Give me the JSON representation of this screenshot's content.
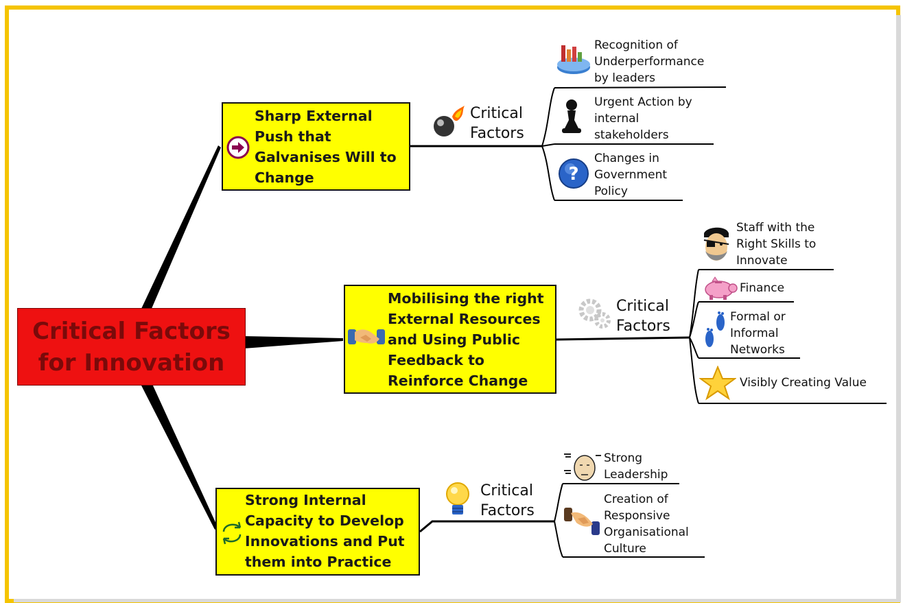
{
  "root": {
    "title": "Critical Factors\nfor Innovation"
  },
  "branches": [
    {
      "text": "Sharp External\nPush that\nGalvanises Will to\nChange",
      "icon": "arrow-circle-icon",
      "sub_label": "Critical\nFactors",
      "sub_icon": "flame-sphere-icon",
      "leaves": [
        {
          "text": "Recognition of\nUnderperformance\nby leaders",
          "icon": "chart-icon"
        },
        {
          "text": "Urgent Action by\ninternal\nstakeholders",
          "icon": "chess-pawn-icon"
        },
        {
          "text": "Changes in\nGovernment\nPolicy",
          "icon": "question-icon"
        }
      ]
    },
    {
      "text": "Mobilising the right\nExternal Resources\nand Using Public\nFeedback to\nReinforce Change",
      "icon": "handshake-icon",
      "sub_label": "Critical\nFactors",
      "sub_icon": "gears-icon",
      "leaves": [
        {
          "text": "Staff with the\nRight Skills to\nInnovate",
          "icon": "pirate-icon"
        },
        {
          "text": "Finance",
          "icon": "piggy-bank-icon"
        },
        {
          "text": "Formal or\nInformal\nNetworks",
          "icon": "footprints-icon"
        },
        {
          "text": "Visibly Creating Value",
          "icon": "star-icon"
        }
      ]
    },
    {
      "text": "Strong Internal\nCapacity to Develop\nInnovations and Put\nthem into Practice",
      "icon": "cycle-arrows-icon",
      "sub_label": "Critical\nFactors",
      "sub_icon": "lightbulb-icon",
      "leaves": [
        {
          "text": "Strong\nLeadership",
          "icon": "thinking-face-icon"
        },
        {
          "text": "Creation of\nResponsive\nOrganisational\nCulture",
          "icon": "handshake-icon"
        }
      ]
    }
  ],
  "colors": {
    "frame": "#f5c400",
    "root_fill": "#ee1111",
    "root_text": "#7a0a0a",
    "branch_fill": "#ffff00"
  }
}
